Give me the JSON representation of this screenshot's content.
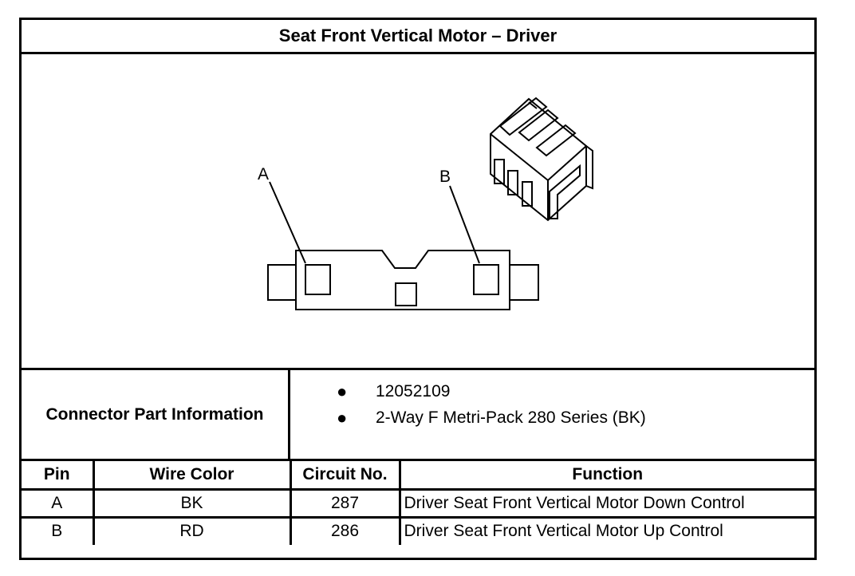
{
  "title": "Seat Front Vertical Motor – Driver",
  "diagram": {
    "callouts": [
      "A",
      "B"
    ]
  },
  "connector_info": {
    "label": "Connector Part Information",
    "items": [
      "12052109",
      "2-Way F Metri-Pack 280 Series (BK)"
    ]
  },
  "pin_table": {
    "headers": [
      "Pin",
      "Wire Color",
      "Circuit No.",
      "Function"
    ],
    "rows": [
      {
        "pin": "A",
        "wire_color": "BK",
        "circuit": "287",
        "function": "Driver Seat Front Vertical Motor Down Control"
      },
      {
        "pin": "B",
        "wire_color": "RD",
        "circuit": "286",
        "function": "Driver Seat Front Vertical Motor Up Control"
      }
    ]
  }
}
